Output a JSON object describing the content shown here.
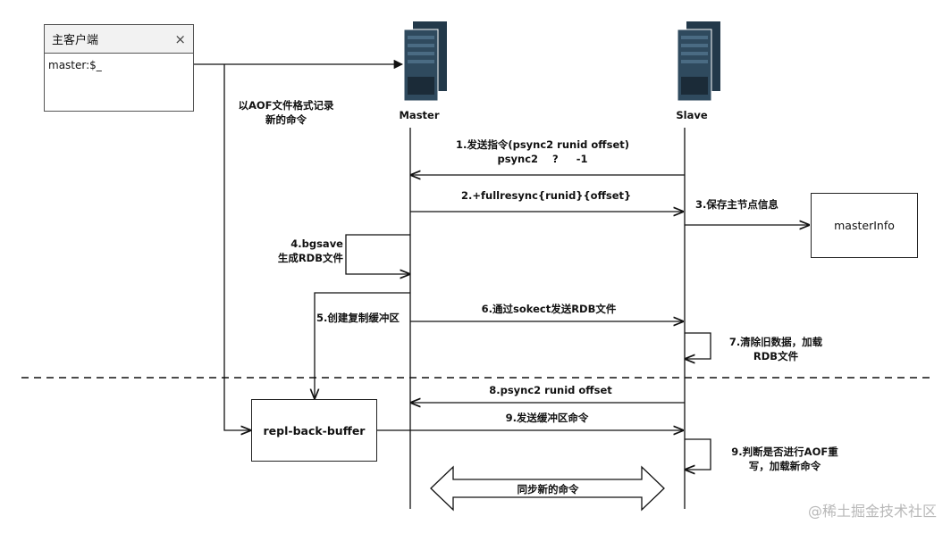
{
  "client_window": {
    "title": "主客户端",
    "close_glyph": "×",
    "content": "master:$_"
  },
  "nodes": {
    "master": "Master",
    "slave": "Slave"
  },
  "annotations": {
    "aof_record": [
      "以AOF文件格式记录",
      "新的命令"
    ]
  },
  "steps": {
    "s1": [
      "1.发送指令(psync2 runid offset)",
      "psync2    ?     -1"
    ],
    "s2": "2.+fullresync{runid}{offset}",
    "s3": "3.保存主节点信息",
    "s4": [
      "4.bgsave",
      "生成RDB文件"
    ],
    "s5": "5.创建复制缓冲区",
    "s6": "6.通过sokect发送RDB文件",
    "s7": [
      "7.清除旧数据，加载",
      "RDB文件"
    ],
    "s8": "8.psync2 runid offset",
    "s9": "9.发送缓冲区命令",
    "s9b": [
      "9.判断是否进行AOF重",
      "写，加载新命令"
    ]
  },
  "boxes": {
    "master_info": "masterInfo",
    "repl_buffer": "repl-back-buffer"
  },
  "sync_arrow": "同步新的命令",
  "watermark": "@稀土掘金技术社区"
}
